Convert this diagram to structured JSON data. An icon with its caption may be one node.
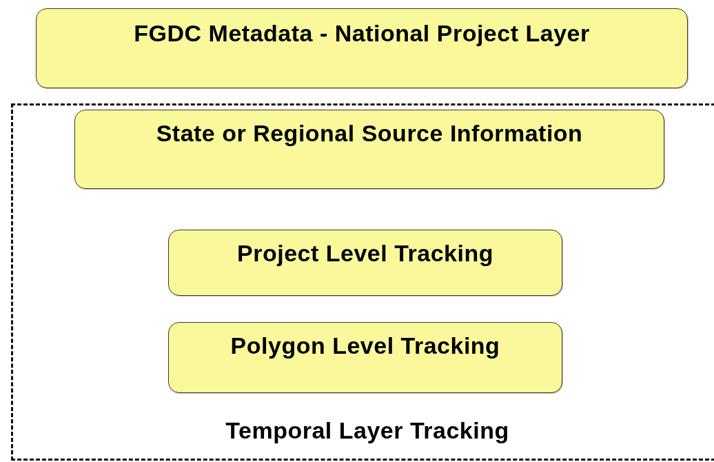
{
  "diagram": {
    "nodes": [
      {
        "text": [
          "FGDC Metadata - National Project Layer"
        ]
      },
      {
        "text": [
          "Temporal Layer Tracking"
        ]
      },
      {
        "text": [
          "State or Regional Source Information"
        ],
        "in": 1
      },
      {
        "text": [
          "Project Level Tracking"
        ],
        "in": 1
      },
      {
        "text": [
          "Polygon Level Tracking"
        ],
        "in": 1
      }
    ]
  }
}
